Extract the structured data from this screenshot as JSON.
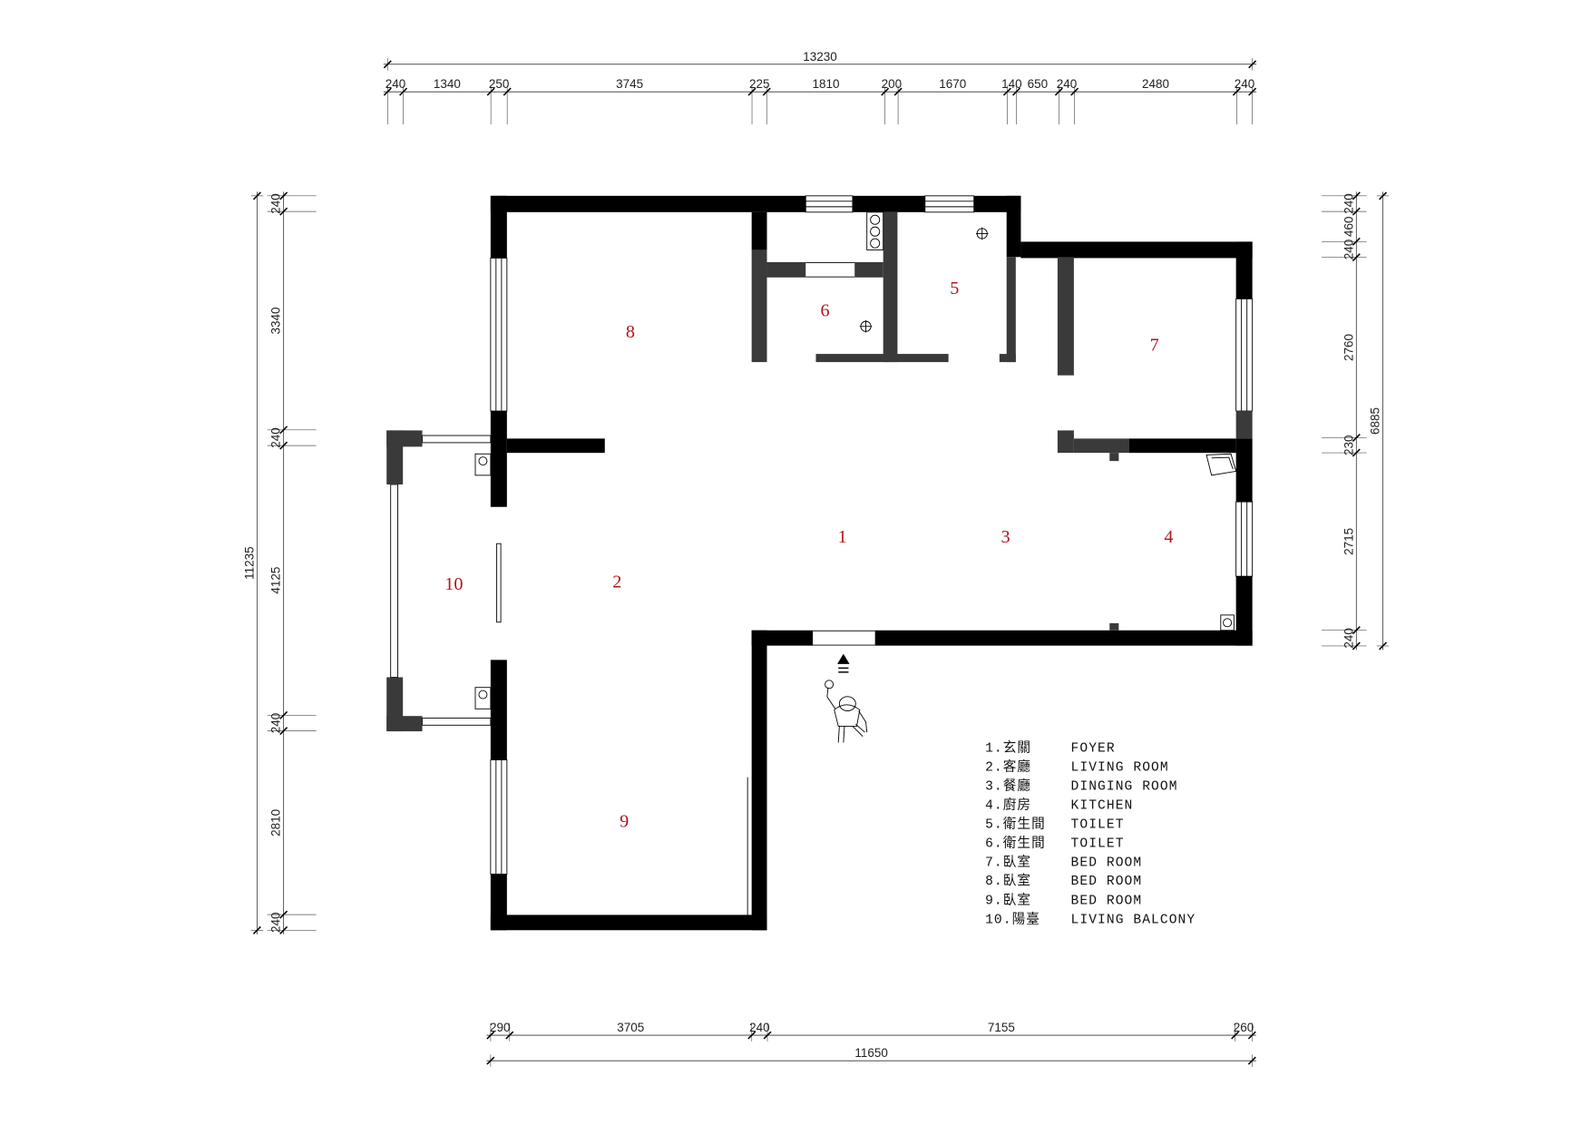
{
  "dimensions": {
    "top": {
      "overall": "13230",
      "segments": [
        "240",
        "1340",
        "250",
        "3745",
        "225",
        "1810",
        "200",
        "1670",
        "140",
        "650",
        "240",
        "2480",
        "240"
      ]
    },
    "bottom": {
      "overall": "11650",
      "segments": [
        "290",
        "3705",
        "240",
        "7155",
        "260"
      ]
    },
    "left": {
      "overall": "11235",
      "segments": [
        "240",
        "3340",
        "240",
        "4125",
        "240",
        "2810",
        "240"
      ]
    },
    "right": {
      "overall": "6885",
      "segments": [
        "240",
        "460",
        "240",
        "2760",
        "230",
        "2715",
        "240"
      ]
    }
  },
  "rooms": [
    {
      "label": "1"
    },
    {
      "label": "2"
    },
    {
      "label": "3"
    },
    {
      "label": "4"
    },
    {
      "label": "5"
    },
    {
      "label": "6"
    },
    {
      "label": "7"
    },
    {
      "label": "8"
    },
    {
      "label": "9"
    },
    {
      "label": "10"
    }
  ],
  "legend": [
    {
      "index": "1.",
      "name_zh": "玄關",
      "name_en": "FOYER"
    },
    {
      "index": "2.",
      "name_zh": "客廳",
      "name_en": "LIVING ROOM"
    },
    {
      "index": "3.",
      "name_zh": "餐廳",
      "name_en": "DINGING ROOM"
    },
    {
      "index": "4.",
      "name_zh": "廚房",
      "name_en": "KITCHEN"
    },
    {
      "index": "5.",
      "name_zh": "衛生間",
      "name_en": "TOILET"
    },
    {
      "index": "6.",
      "name_zh": "衛生間",
      "name_en": "TOILET"
    },
    {
      "index": "7.",
      "name_zh": "臥室",
      "name_en": "BED ROOM"
    },
    {
      "index": "8.",
      "name_zh": "臥室",
      "name_en": "BED ROOM"
    },
    {
      "index": "9.",
      "name_zh": "臥室",
      "name_en": "BED ROOM"
    },
    {
      "index": "10.",
      "name_zh": "陽臺",
      "name_en": "LIVING BALCONY"
    }
  ],
  "colors": {
    "wall": "#000000",
    "partition_wall": "#3a3a3a",
    "room_number": "#b3141c",
    "line": "#000000"
  },
  "symbols": [
    "toilet-icon",
    "floor-drain-icon",
    "column-icon",
    "flue-icon",
    "entrance-arrow-icon",
    "person-icon"
  ]
}
